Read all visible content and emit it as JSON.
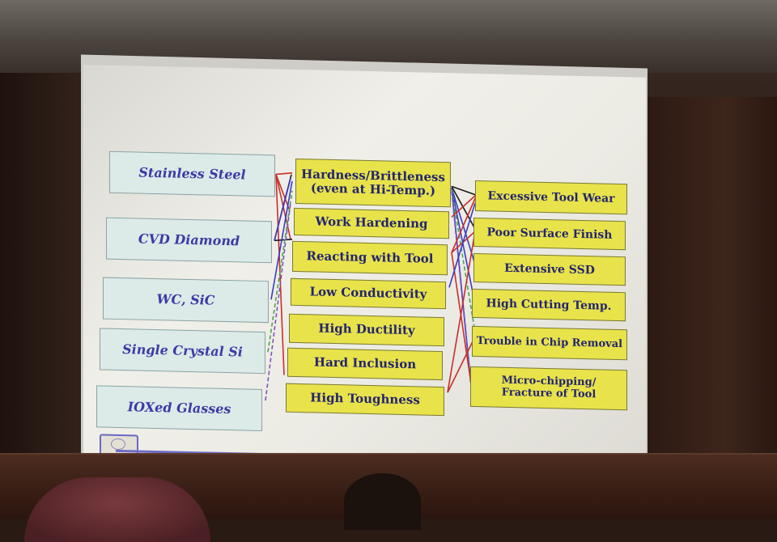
{
  "slide": {
    "materials": [
      "Stainless Steel",
      "CVD Diamond",
      "WC, SiC",
      "Single Crystal Si",
      "IOXed Glasses"
    ],
    "characteristics": [
      {
        "line1": "Hardness/Brittleness",
        "line2": "(even at Hi-Temp.)"
      },
      {
        "line1": "Work Hardening",
        "line2": ""
      },
      {
        "line1": "Reacting with Tool",
        "line2": ""
      },
      {
        "line1": "Low Conductivity",
        "line2": ""
      },
      {
        "line1": "High Ductility",
        "line2": ""
      },
      {
        "line1": "Hard Inclusion",
        "line2": ""
      },
      {
        "line1": "High Toughness",
        "line2": ""
      }
    ],
    "results": [
      {
        "line1": "Excessive Tool Wear",
        "line2": ""
      },
      {
        "line1": "Poor Surface Finish",
        "line2": ""
      },
      {
        "line1": "Extensive SSD",
        "line2": ""
      },
      {
        "line1": "High Cutting Temp.",
        "line2": ""
      },
      {
        "line1": "Trouble in Chip Removal",
        "line2": ""
      },
      {
        "line1": "Micro-chipping/",
        "line2": "Fracture of Tool"
      }
    ]
  },
  "colors": {
    "material_box": "#dcebe8",
    "yellow_box": "#e8e34a",
    "material_text": "#3e3aa6",
    "box_text": "#23256f",
    "arrow_red": "#c8302a",
    "arrow_blue": "#3b3bc4",
    "arrow_black": "#1a1a1a",
    "arrow_green": "#4aa64a",
    "arrow_purple": "#7a55c0"
  }
}
